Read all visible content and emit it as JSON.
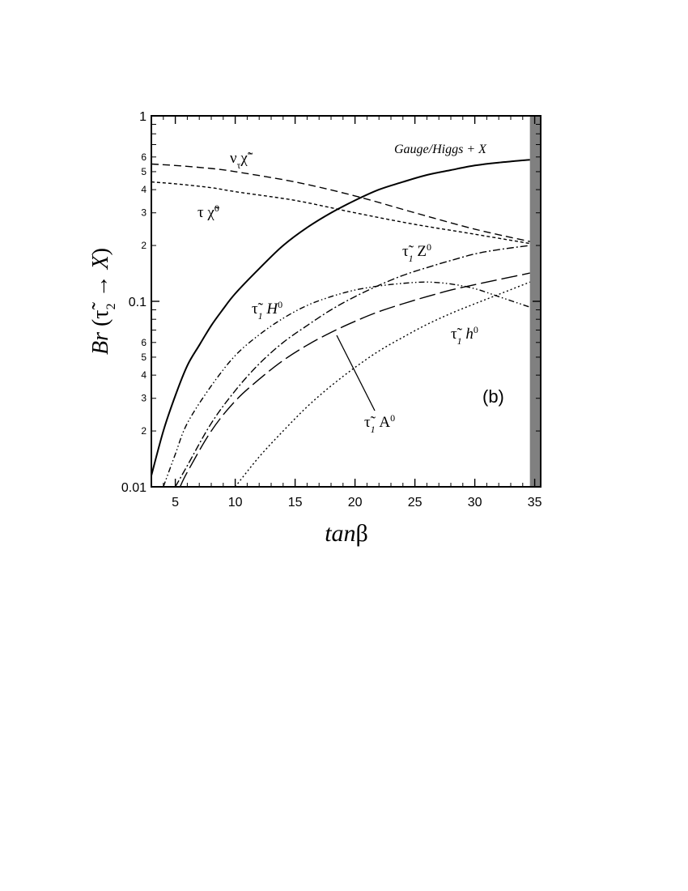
{
  "chart_data": {
    "type": "line",
    "panel_label": "(b)",
    "xlabel": {
      "italic": "tan",
      "symbol": "β"
    },
    "ylabel": {
      "br": "Br",
      "open": " (",
      "tau": "τ̃",
      "sub": "2",
      "arrow": " → ",
      "x": "X",
      "close": ")"
    },
    "x_scale": "linear",
    "y_scale": "log",
    "xlim": [
      3,
      35.5
    ],
    "ylim": [
      0.01,
      1
    ],
    "x_ticks": [
      5,
      10,
      15,
      20,
      25,
      30,
      35
    ],
    "x_tick_labels": [
      "5",
      "10",
      "15",
      "20",
      "25",
      "30",
      "35"
    ],
    "y_major_ticks": [
      0.01,
      0.1,
      1
    ],
    "y_major_labels": [
      "0.01",
      "0.1",
      "1"
    ],
    "y_minor_labeled": [
      {
        "v": 0.02,
        "t": "2"
      },
      {
        "v": 0.03,
        "t": "3"
      },
      {
        "v": 0.04,
        "t": "4"
      },
      {
        "v": 0.05,
        "t": "5"
      },
      {
        "v": 0.06,
        "t": "6"
      },
      {
        "v": 0.2,
        "t": "2"
      },
      {
        "v": 0.3,
        "t": "3"
      },
      {
        "v": 0.4,
        "t": "4"
      },
      {
        "v": 0.5,
        "t": "5"
      },
      {
        "v": 0.6,
        "t": "6"
      }
    ],
    "excluded_region": {
      "x_from": 34.6,
      "x_to": 35.5,
      "color": "#808080"
    },
    "series": [
      {
        "id": "gauge-higgs",
        "style": "solid",
        "x": [
          3,
          4,
          5,
          6,
          7,
          8,
          9,
          10,
          12,
          14,
          16,
          18,
          20,
          22,
          24,
          26,
          28,
          30,
          32,
          34.6
        ],
        "y": [
          0.0115,
          0.02,
          0.031,
          0.045,
          0.058,
          0.074,
          0.091,
          0.11,
          0.15,
          0.2,
          0.25,
          0.3,
          0.35,
          0.4,
          0.44,
          0.48,
          0.51,
          0.54,
          0.56,
          0.58
        ]
      },
      {
        "id": "nu-chargino",
        "style": "dashed",
        "x": [
          3,
          5,
          8,
          10,
          15,
          20,
          25,
          30,
          34.6
        ],
        "y": [
          0.55,
          0.54,
          0.52,
          0.5,
          0.44,
          0.37,
          0.3,
          0.245,
          0.21
        ]
      },
      {
        "id": "tau-neutralino",
        "style": "short-dashed",
        "x": [
          3,
          5,
          8,
          10,
          15,
          20,
          25,
          30,
          34.6
        ],
        "y": [
          0.44,
          0.43,
          0.41,
          0.39,
          0.35,
          0.3,
          0.26,
          0.23,
          0.205
        ]
      },
      {
        "id": "stau1-H0",
        "style": "dash-dot-dot",
        "x": [
          4,
          5,
          6,
          8,
          10,
          12,
          14,
          16,
          18,
          20,
          22,
          24,
          26,
          28,
          30,
          32,
          34.6
        ],
        "y": [
          0.01,
          0.015,
          0.022,
          0.035,
          0.051,
          0.066,
          0.081,
          0.095,
          0.106,
          0.115,
          0.121,
          0.125,
          0.127,
          0.124,
          0.117,
          0.106,
          0.093
        ]
      },
      {
        "id": "stau1-Z0",
        "style": "dash-dot",
        "x": [
          5,
          6,
          8,
          10,
          12,
          14,
          16,
          18,
          20,
          22,
          24,
          26,
          28,
          30,
          32,
          34.6
        ],
        "y": [
          0.01,
          0.013,
          0.022,
          0.033,
          0.046,
          0.06,
          0.074,
          0.09,
          0.106,
          0.122,
          0.138,
          0.152,
          0.166,
          0.18,
          0.19,
          0.2
        ]
      },
      {
        "id": "stau1-A0",
        "style": "long-dashed",
        "x": [
          5.4,
          6,
          8,
          10,
          12,
          14,
          16,
          18,
          20,
          22,
          24,
          26,
          28,
          30,
          32,
          34.6
        ],
        "y": [
          0.01,
          0.012,
          0.02,
          0.029,
          0.038,
          0.048,
          0.058,
          0.068,
          0.078,
          0.088,
          0.097,
          0.106,
          0.115,
          0.123,
          0.131,
          0.142
        ]
      },
      {
        "id": "stau1-h0",
        "style": "dotted",
        "x": [
          10,
          12,
          14,
          16,
          18,
          20,
          22,
          24,
          26,
          28,
          30,
          32,
          34.6
        ],
        "y": [
          0.01,
          0.0145,
          0.02,
          0.027,
          0.035,
          0.044,
          0.054,
          0.064,
          0.075,
          0.086,
          0.097,
          0.109,
          0.127
        ]
      }
    ],
    "annotations": {
      "gauge": "Gauge/Higgs + X",
      "nu": {
        "a": "ν",
        "a_sub": "τ",
        "b": "χ̃",
        "b_sup": "−"
      },
      "tau": {
        "a": "τ ",
        "b": "χ̃",
        "b_sup": "0"
      },
      "z0": {
        "a": "τ̃",
        "a_sub": "1",
        "b": " Z",
        "b_sup": "0"
      },
      "H0": {
        "a": "τ̃",
        "a_sub": "1",
        "b": " H",
        "b_sup": "0"
      },
      "h0": {
        "a": "τ̃",
        "a_sub": "1",
        "b": " h",
        "b_sup": "0"
      },
      "A0": {
        "a": "τ̃",
        "a_sub": "1",
        "b": " A",
        "b_sup": "0"
      }
    }
  }
}
